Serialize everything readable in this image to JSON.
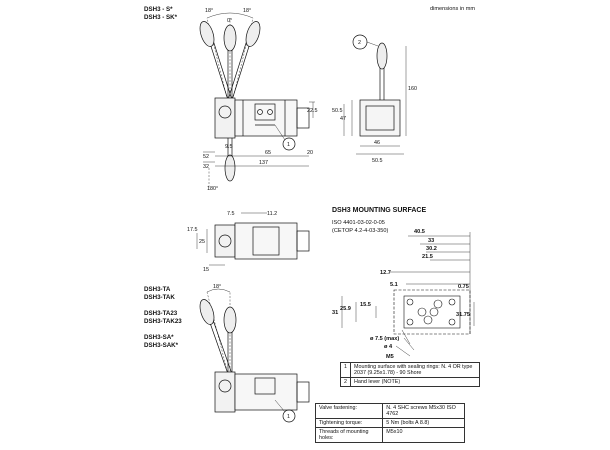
{
  "header": {
    "models_top": [
      "DSH3 - S*",
      "DSH3 - SK*"
    ],
    "units": "dimensions in mm"
  },
  "models_bottom": [
    "DSH3-TA",
    "DSH3-TAK",
    "DSH3-TA23",
    "DSH3-TAK23",
    "DSH3-SA*",
    "DSH3-SAK*"
  ],
  "view1": {
    "angles": [
      "18°",
      "18°",
      "0°",
      "180°"
    ],
    "dims": [
      "22.5",
      "52",
      "32",
      "9.5",
      "65",
      "20",
      "137"
    ],
    "callouts": [
      "1"
    ]
  },
  "view2": {
    "dims": [
      "50.5",
      "47",
      "160",
      "46",
      "50.5"
    ],
    "callouts": [
      "2"
    ]
  },
  "view3": {
    "dims": [
      "7.5",
      "11.2",
      "17.5",
      "25",
      "15"
    ]
  },
  "view4": {
    "angles": [
      "18°"
    ],
    "callouts": [
      "1"
    ]
  },
  "mounting": {
    "title": "DSH3 MOUNTING SURFACE",
    "lines": [
      "ISO 4401-03-02-0-05",
      "(CETOP 4.2-4-03-350)"
    ],
    "dims_h": [
      "40.5",
      "33",
      "30.2",
      "21.5",
      "12.7",
      "5.1",
      "0.75"
    ],
    "dims_v": [
      "31",
      "25.9",
      "15.5",
      "31.75"
    ],
    "notes": [
      "ø 7.5 (max)",
      "ø 4",
      "M5"
    ]
  },
  "legend": [
    {
      "num": "1",
      "text": "Mounting surface with sealing rings: N. 4 OR type 2037 (9.25x1.78) - 90 Shore"
    },
    {
      "num": "2",
      "text": "Hand lever (NOTE)"
    }
  ],
  "specs": [
    {
      "label": "Valve fastening:",
      "value": "N. 4 SHC screws  M5x30  ISO 4762"
    },
    {
      "label": "Tightening torque:",
      "value": "5 Nm (bolts A 8.8)"
    },
    {
      "label": "Threads of mounting holes:",
      "value": "M5x10"
    }
  ]
}
